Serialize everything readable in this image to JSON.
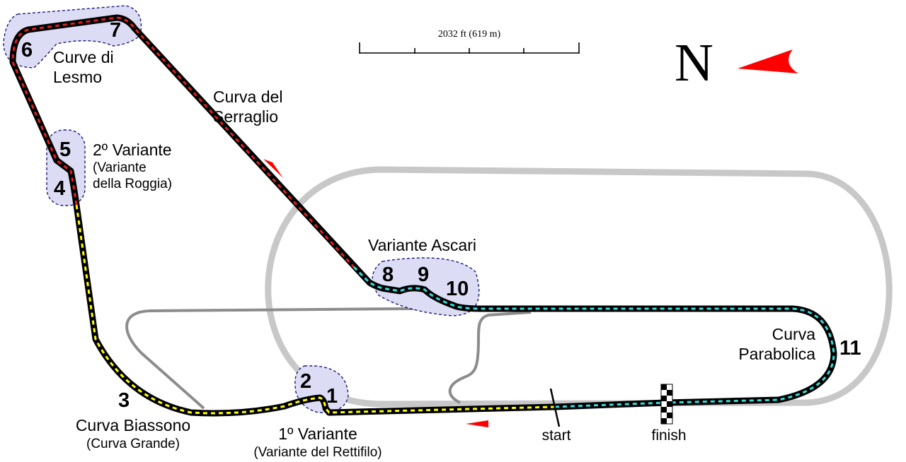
{
  "colors": {
    "track": "#000000",
    "sector1": "#ffff00",
    "sector2": "#e02020",
    "sector3": "#33dddd",
    "old_track": "#c8c8c8",
    "service_road": "#8c8c8c",
    "corner_zone_fill": "#dcdcf5",
    "corner_zone_stroke": "#1a1a7a",
    "direction_arrow": "#ff0000"
  },
  "scale": {
    "label": "2032 ft (619 m)"
  },
  "north": {
    "label": "N"
  },
  "corners": [
    {
      "number": "1",
      "name": "1º Variante",
      "subname": "(Variante del Rettifilo)"
    },
    {
      "number": "2"
    },
    {
      "number": "3",
      "name": "Curva Biassono",
      "subname": "(Curva Grande)"
    },
    {
      "number": "4"
    },
    {
      "number": "5",
      "name": "2º Variante",
      "subname_line1": "(Variante",
      "subname_line2": "della Roggia)"
    },
    {
      "number": "6"
    },
    {
      "number": "7",
      "name_line1": "Curve di",
      "name_line2": "Lesmo"
    },
    {
      "name_line1": "Curva del",
      "name_line2": "Serraglio"
    },
    {
      "number": "8",
      "name": "Variante Ascari"
    },
    {
      "number": "9"
    },
    {
      "number": "10"
    },
    {
      "number": "11",
      "name_line1": "Curva",
      "name_line2": "Parabolica"
    }
  ],
  "markers": {
    "start": "start",
    "finish": "finish"
  }
}
